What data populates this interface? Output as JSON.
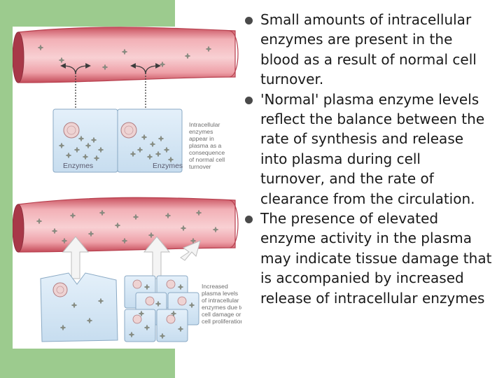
{
  "figure": {
    "top_caption": [
      "Intracellular",
      "enzymes",
      "appear in",
      "plasma as a",
      "consequence",
      "of normal cell",
      "turnover"
    ],
    "bottom_caption": [
      "Increased",
      "plasma levels",
      "of intracellular",
      "enzymes due to",
      "cell damage or",
      "cell proliferation"
    ],
    "cell_label_left": "Enzymes",
    "cell_label_right": "Enzymes",
    "colors": {
      "vessel": "#e8909a",
      "cell": "#cfe3f3",
      "enzyme": "#8a8f84"
    }
  },
  "bullets": [
    {
      "text": [
        "Small amounts of intracellular",
        "enzymes are present in the",
        "blood as a result of normal cell",
        "turnover."
      ]
    },
    {
      "text": [
        "'Normal' plasma enzyme levels",
        "reflect the balance between the",
        "rate of synthesis and release",
        "into plasma during cell",
        "turnover, and the rate of",
        "clearance from the circulation."
      ]
    },
    {
      "text": [
        "The presence of elevated",
        "enzyme activity in the plasma",
        "may indicate tissue damage that",
        "is accompanied by increased",
        "release of intracellular enzymes"
      ]
    }
  ]
}
